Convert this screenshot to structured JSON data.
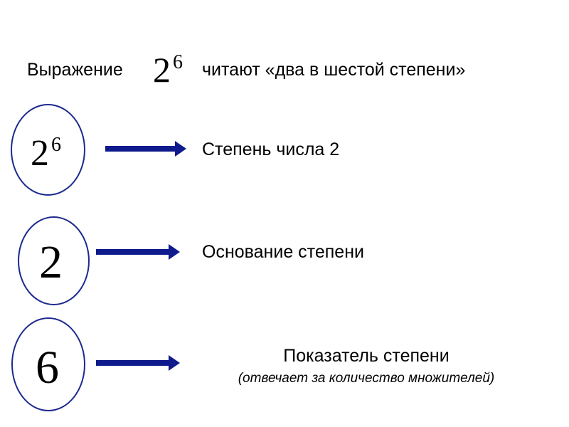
{
  "header": {
    "prefix": "Выражение",
    "power_base": "2",
    "power_exponent": "6",
    "suffix": "читают «два в шестой степени»"
  },
  "rows": [
    {
      "circle_base": "2",
      "circle_exponent": "6",
      "label": "Степень числа 2"
    },
    {
      "circle_text": "2",
      "label": "Основание степени"
    },
    {
      "circle_text": "6",
      "label": "Показатель степени",
      "note": "(отвечает за количество множителей)"
    }
  ],
  "colors": {
    "arrow": "#0f1b8c",
    "circle_border": "#1c2a8e",
    "text": "#000000"
  }
}
